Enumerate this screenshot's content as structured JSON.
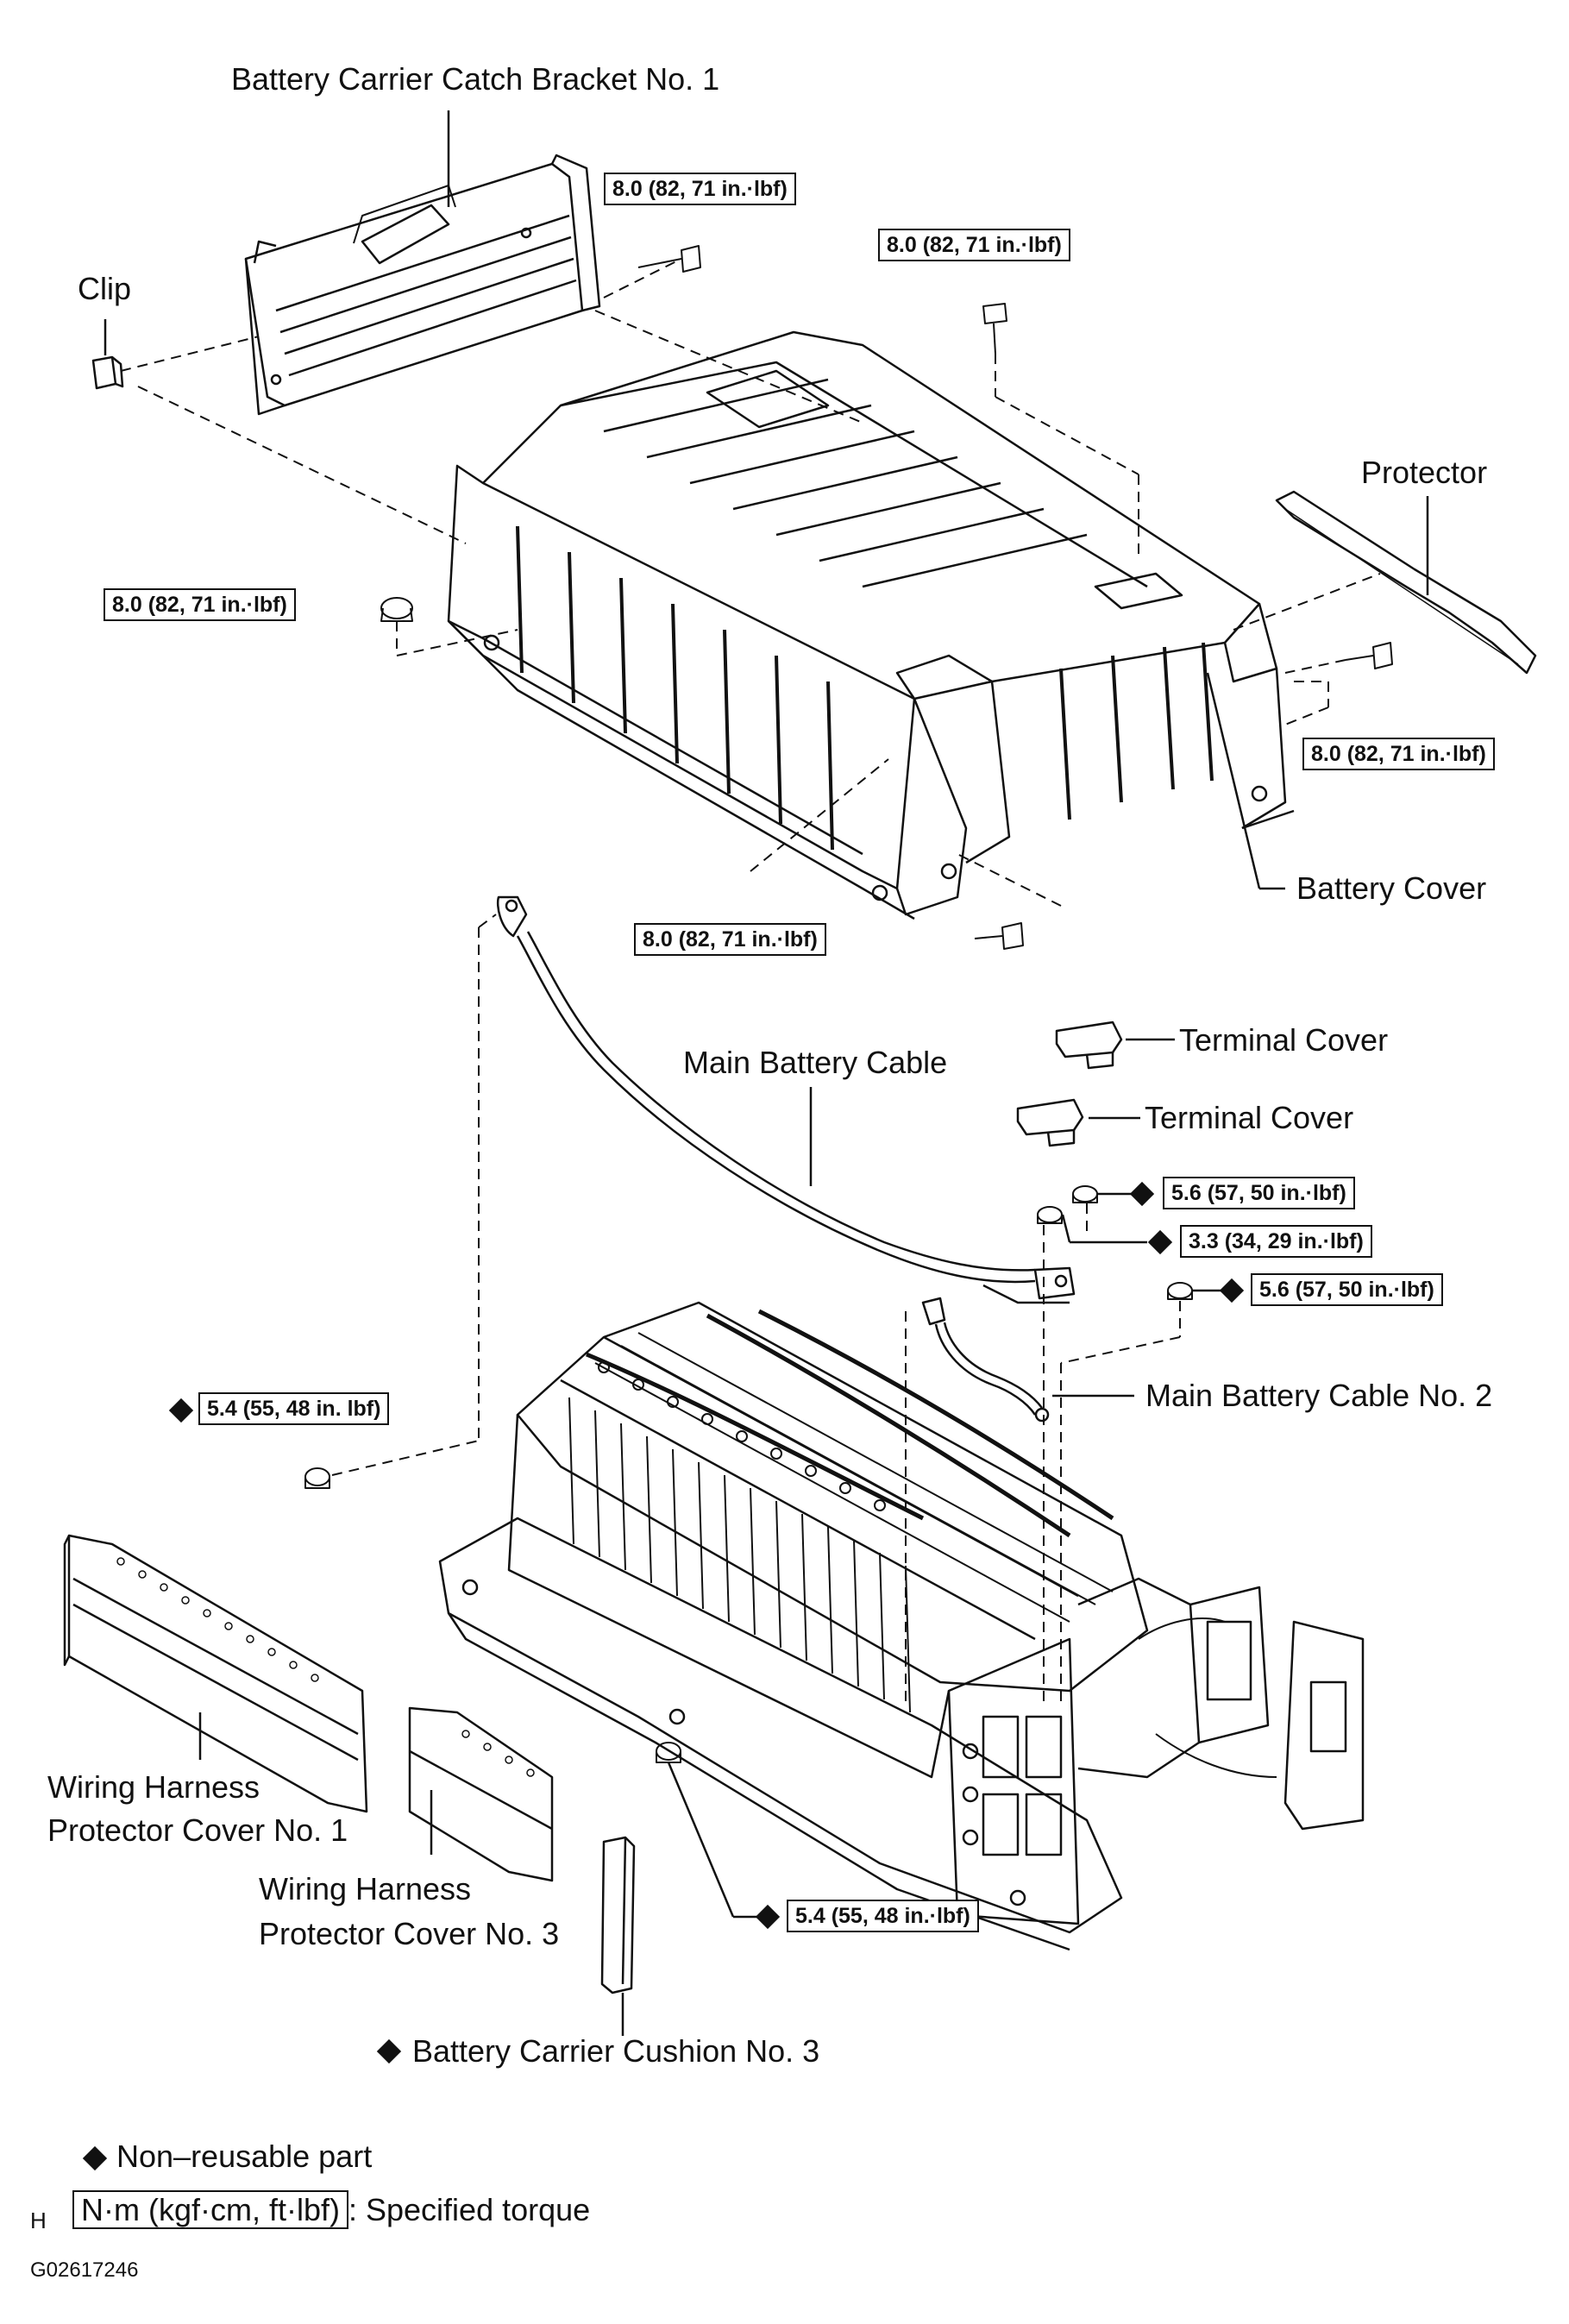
{
  "labels": {
    "catch_bracket": "Battery Carrier Catch Bracket No. 1",
    "clip": "Clip",
    "protector": "Protector",
    "battery_cover": "Battery Cover",
    "main_battery_cable": "Main Battery Cable",
    "terminal_cover_1": "Terminal Cover",
    "terminal_cover_2": "Terminal Cover",
    "main_battery_cable_2": "Main Battery Cable No. 2",
    "harness_cover_1_line1": "Wiring Harness",
    "harness_cover_1_line2": "Protector Cover No. 1",
    "harness_cover_3_line1": "Wiring Harness",
    "harness_cover_3_line2": "Protector Cover No. 3",
    "cushion_3": "Battery Carrier Cushion No. 3"
  },
  "torques": {
    "t1": "8.0 (82, 71 in.·lbf)",
    "t2": "8.0 (82, 71 in.·lbf)",
    "t3": "8.0 (82, 71 in.·lbf)",
    "t4": "8.0 (82, 71 in.·lbf)",
    "t5": "8.0 (82, 71 in.·lbf)",
    "t6": "5.6 (57, 50 in.·lbf)",
    "t7": "3.3 (34, 29 in.·lbf)",
    "t8": "5.6 (57, 50 in.·lbf)",
    "t9": "5.4 (55, 48 in. lbf)",
    "t10": "5.4 (55, 48 in.·lbf)"
  },
  "legend": {
    "non_reusable": "Non–reusable part",
    "torque_unit": "N·m (kgf·cm, ft·lbf)",
    "torque_desc": ": Specified torque",
    "prefix": "H"
  },
  "figure_code": "G02617246"
}
